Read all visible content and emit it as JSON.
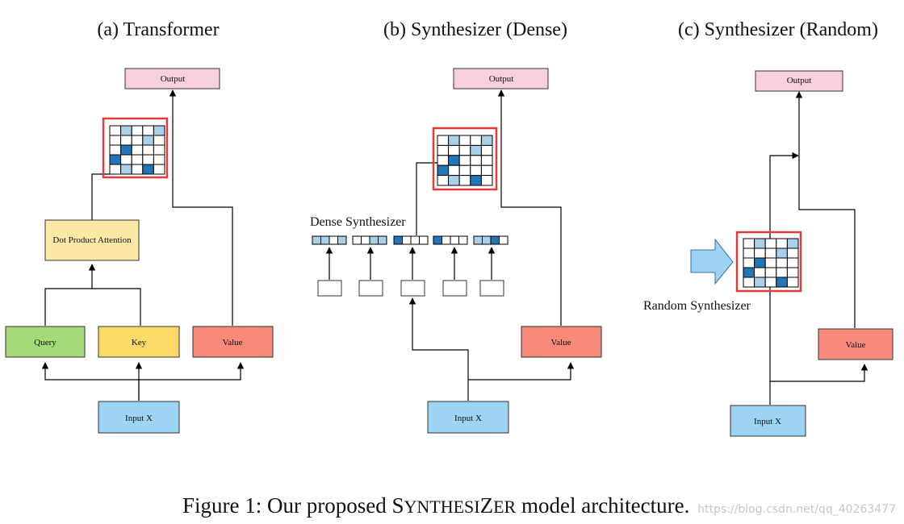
{
  "panels": {
    "a": {
      "title": "(a) Transformer",
      "output": "Output",
      "dot_product": "Dot Product Attention",
      "query": "Query",
      "key": "Key",
      "value": "Value",
      "input": "Input X"
    },
    "b": {
      "title": "(b) Synthesizer (Dense)",
      "output": "Output",
      "synth_label": "Dense Synthesizer",
      "value": "Value",
      "input": "Input X"
    },
    "c": {
      "title": "(c) Synthesizer (Random)",
      "output": "Output",
      "synth_label": "Random Synthesizer",
      "value": "Value",
      "input": "Input X"
    }
  },
  "caption": {
    "prefix": "Figure 1: Our proposed ",
    "S1": "S",
    "rest1": "YNTHESI",
    "Z": "Z",
    "rest2": "ER",
    "suffix": " model architecture."
  },
  "watermark": "https://blog.csdn.net/qq_40263477",
  "colors": {
    "output": "#f8d0dc",
    "dot_product": "#fde8a8",
    "query": "#a3d977",
    "key": "#fdd96a",
    "value": "#f88a7c",
    "input": "#9dd3f3",
    "highlight": "#e23b3b",
    "cell_light": "#a9cfe9",
    "cell_dark": "#2276b5"
  },
  "matrices": {
    "a": [
      [
        0,
        1,
        0,
        0,
        1
      ],
      [
        0,
        0,
        0,
        1,
        0
      ],
      [
        0,
        2,
        0,
        0,
        0
      ],
      [
        2,
        0,
        0,
        0,
        0
      ],
      [
        0,
        1,
        0,
        2,
        0
      ]
    ],
    "b": [
      [
        0,
        1,
        0,
        0,
        1
      ],
      [
        0,
        0,
        0,
        1,
        0
      ],
      [
        0,
        2,
        0,
        0,
        0
      ],
      [
        2,
        0,
        0,
        0,
        0
      ],
      [
        0,
        1,
        0,
        2,
        0
      ]
    ],
    "c": [
      [
        0,
        1,
        0,
        0,
        1
      ],
      [
        0,
        0,
        0,
        1,
        0
      ],
      [
        0,
        2,
        0,
        0,
        0
      ],
      [
        2,
        0,
        0,
        0,
        0
      ],
      [
        0,
        1,
        0,
        2,
        0
      ]
    ]
  },
  "dense_rows": [
    [
      1,
      1,
      0,
      1
    ],
    [
      0,
      0,
      1,
      1
    ],
    [
      2,
      0,
      0,
      0
    ],
    [
      2,
      0,
      0,
      0
    ],
    [
      1,
      1,
      2,
      0
    ]
  ]
}
